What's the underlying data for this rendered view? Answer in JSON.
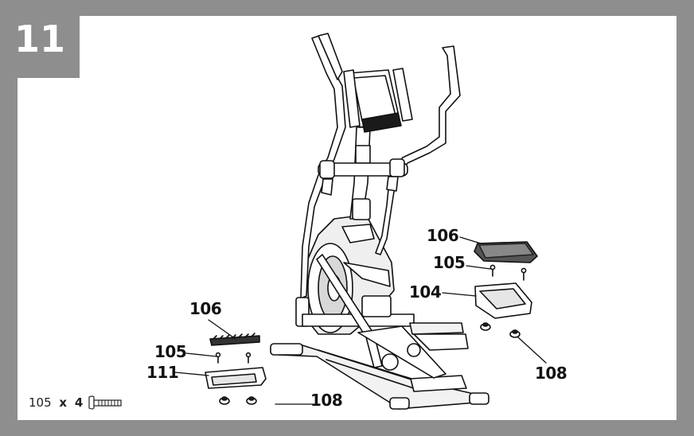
{
  "step_number": "11",
  "hardware": {
    "part": "105",
    "multiplier": "x",
    "count": "4",
    "icon": "bolt-icon"
  },
  "callouts": [
    {
      "id": "106",
      "name": "callout-106-right-pedal"
    },
    {
      "id": "105",
      "name": "callout-105-right-screws"
    },
    {
      "id": "104",
      "name": "callout-104-right-pedal-base"
    },
    {
      "id": "108",
      "name": "callout-108-right-nuts"
    },
    {
      "id": "106",
      "name": "callout-106-left-pedal"
    },
    {
      "id": "105",
      "name": "callout-105-left-screws"
    },
    {
      "id": "111",
      "name": "callout-111-left-pedal-base"
    },
    {
      "id": "108",
      "name": "callout-108-left-nuts"
    }
  ],
  "colors": {
    "frame": "#8e8e8e",
    "line": "#111111",
    "fill_light": "#e6e6e6",
    "fill_dark": "#1a1a1a"
  }
}
